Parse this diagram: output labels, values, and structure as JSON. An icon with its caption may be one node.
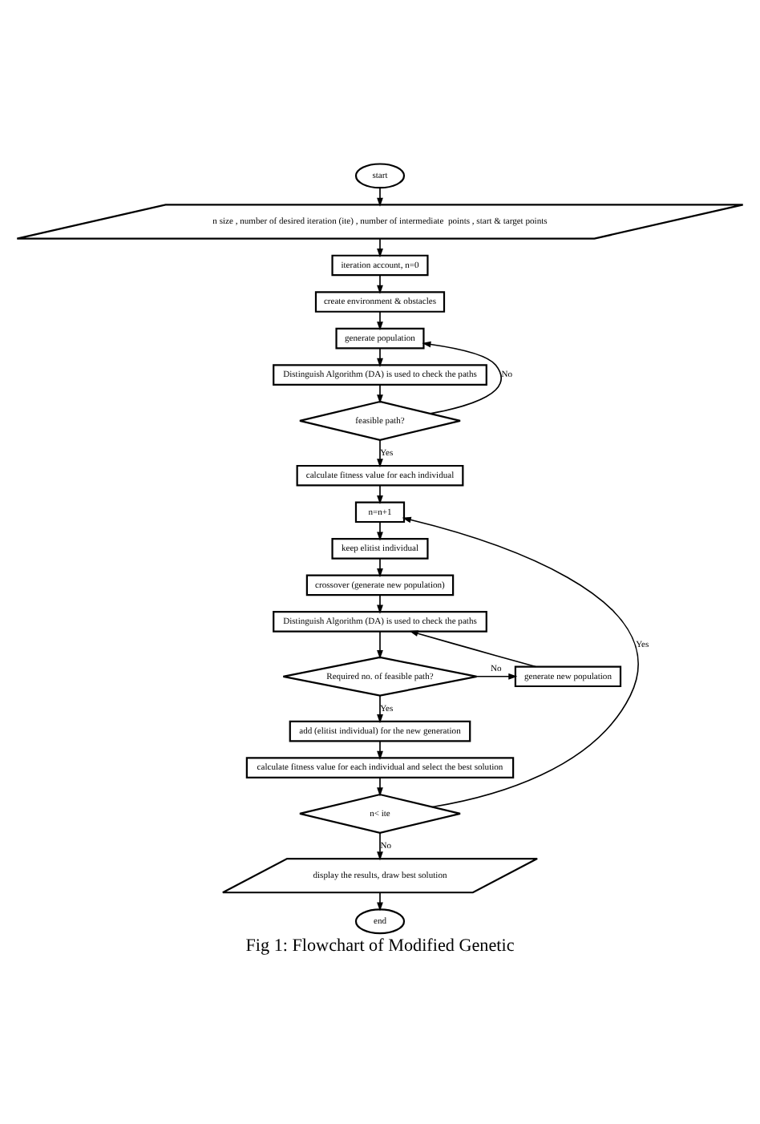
{
  "diagram": {
    "caption": "Fig 1: Flowchart of Modified Genetic",
    "nodes": [
      {
        "text": [
          "start"
        ]
      },
      {
        "text": [
          "n size , number of desired iteration (ite) , number of intermediate  points , start & target points"
        ]
      },
      {
        "text": [
          "iteration account, n=0"
        ]
      },
      {
        "text": [
          "create environment & obstacles"
        ]
      },
      {
        "text": [
          "generate population"
        ]
      },
      {
        "text": [
          "Distinguish Algorithm (DA) is used to check the paths"
        ]
      },
      {
        "text": [
          "feasible path?"
        ]
      },
      {
        "text": [
          "calculate fitness value for each individual"
        ]
      },
      {
        "text": [
          "n=n+1"
        ]
      },
      {
        "text": [
          "keep elitist individual"
        ]
      },
      {
        "text": [
          "crossover (generate new population)"
        ]
      },
      {
        "text": [
          "Distinguish Algorithm (DA) is used to check the paths"
        ]
      },
      {
        "text": [
          "Required no. of feasible path?"
        ]
      },
      {
        "text": [
          "generate new population"
        ]
      },
      {
        "text": [
          "add (elitist individual) for the new generation"
        ]
      },
      {
        "text": [
          "calculate fitness value for each individual and select the best solution"
        ]
      },
      {
        "text": [
          "n< ite"
        ]
      },
      {
        "text": [
          "display the results, draw best solution"
        ]
      },
      {
        "text": [
          "end"
        ]
      }
    ],
    "edges": [
      {
        "from": 0,
        "to": 1,
        "arrow": "to"
      },
      {
        "from": 1,
        "to": 2,
        "arrow": "to"
      },
      {
        "from": 2,
        "to": 3,
        "arrow": "to"
      },
      {
        "from": 3,
        "to": 4,
        "arrow": "to"
      },
      {
        "from": 4,
        "to": 5,
        "arrow": "to"
      },
      {
        "from": 5,
        "to": 6,
        "arrow": "to"
      },
      {
        "from": 6,
        "to": 4,
        "label": "No",
        "arrow": "to"
      },
      {
        "from": 6,
        "to": 7,
        "label": "Yes",
        "arrow": "to"
      },
      {
        "from": 7,
        "to": 8,
        "arrow": "to"
      },
      {
        "from": 8,
        "to": 9,
        "arrow": "to"
      },
      {
        "from": 9,
        "to": 10,
        "arrow": "to"
      },
      {
        "from": 10,
        "to": 11,
        "arrow": "to"
      },
      {
        "from": 11,
        "to": 12,
        "arrow": "to"
      },
      {
        "from": 12,
        "to": 13,
        "label": "No",
        "arrow": "to"
      },
      {
        "from": 13,
        "to": 11,
        "arrow": "to"
      },
      {
        "from": 12,
        "to": 14,
        "label": "Yes",
        "arrow": "to"
      },
      {
        "from": 14,
        "to": 15,
        "arrow": "to"
      },
      {
        "from": 15,
        "to": 16,
        "arrow": "to"
      },
      {
        "from": 16,
        "to": 8,
        "label": "Yes",
        "arrow": "to"
      },
      {
        "from": 16,
        "to": 17,
        "label": "No",
        "arrow": "to"
      },
      {
        "from": 17,
        "to": 18,
        "arrow": "to"
      }
    ]
  }
}
